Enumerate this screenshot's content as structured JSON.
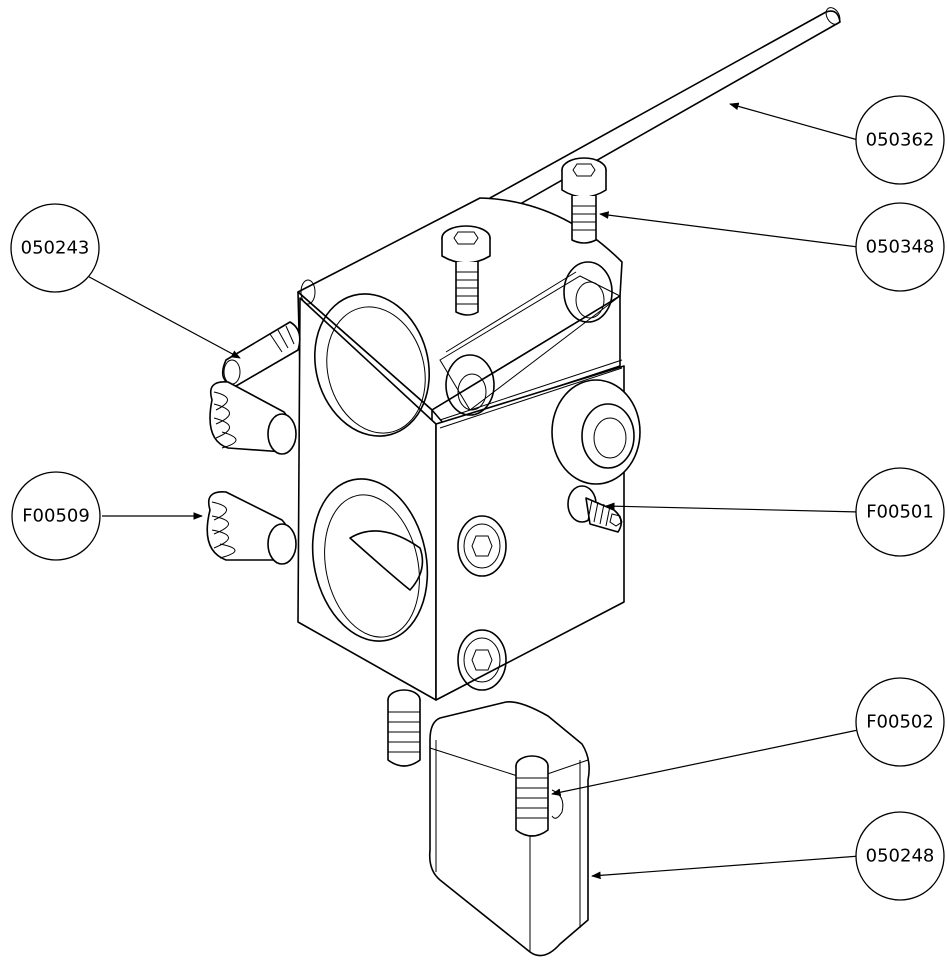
{
  "drawing": {
    "callouts": [
      {
        "id": "050362"
      },
      {
        "id": "050348"
      },
      {
        "id": "050243"
      },
      {
        "id": "F00509"
      },
      {
        "id": "F00501"
      },
      {
        "id": "F00502"
      },
      {
        "id": "050248"
      }
    ]
  }
}
